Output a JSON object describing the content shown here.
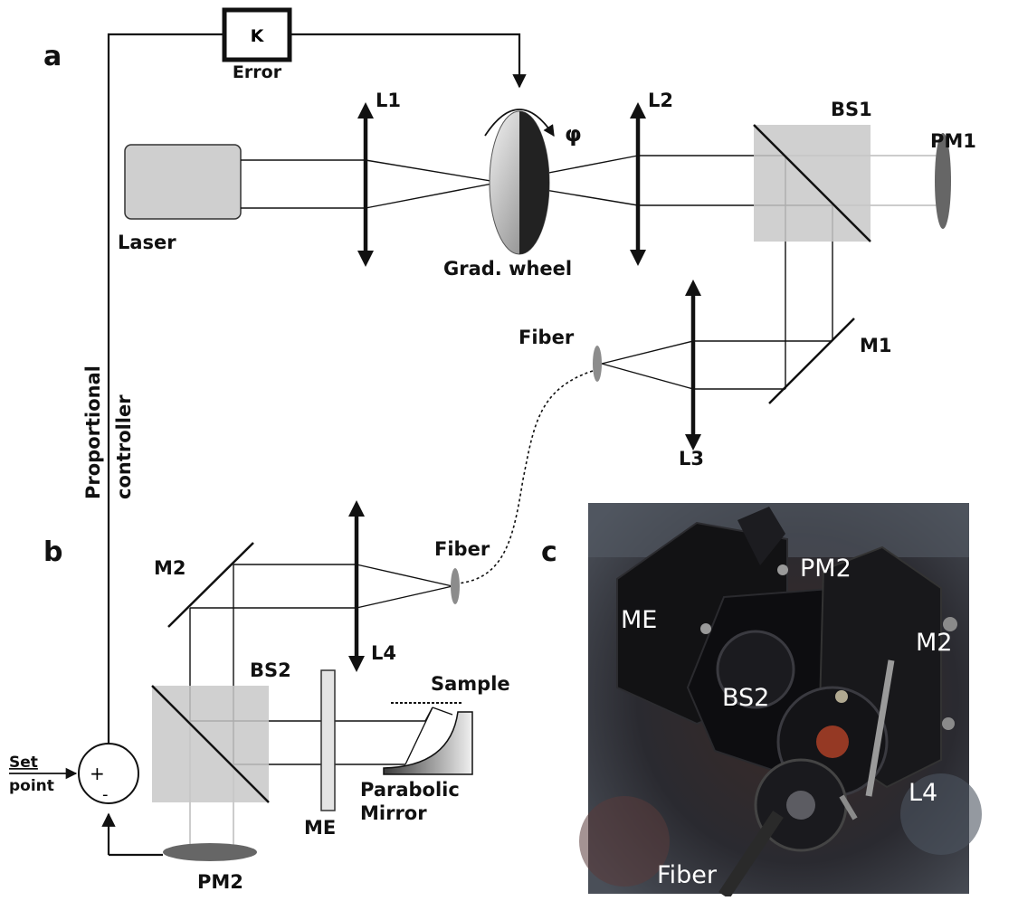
{
  "panels": {
    "a": "a",
    "b": "b",
    "c": "c"
  },
  "error_box": {
    "symbol": "K",
    "caption": "Error"
  },
  "labels": {
    "L1": "L1",
    "L2": "L2",
    "L3": "L3",
    "L4": "L4",
    "BS1": "BS1",
    "BS2": "BS2",
    "PM1": "PM1",
    "PM2": "PM2",
    "M1": "M1",
    "M2": "M2",
    "laser": "Laser",
    "phi": "φ",
    "grad_wheel": "Grad. wheel",
    "fiber_a": "Fiber",
    "fiber_b": "Fiber",
    "controller_line1": "Proportional",
    "controller_line2": "controller",
    "set_point_line1": "Set",
    "set_point_line2": "point",
    "plus": "+",
    "minus": "-",
    "ME": "ME",
    "sample": "Sample",
    "parabolic_line1": "Parabolic",
    "parabolic_line2": "Mirror"
  },
  "photo_labels": {
    "PM2": "PM2",
    "ME": "ME",
    "M2": "M2",
    "BS2": "BS2",
    "L4": "L4",
    "Fiber": "Fiber"
  }
}
